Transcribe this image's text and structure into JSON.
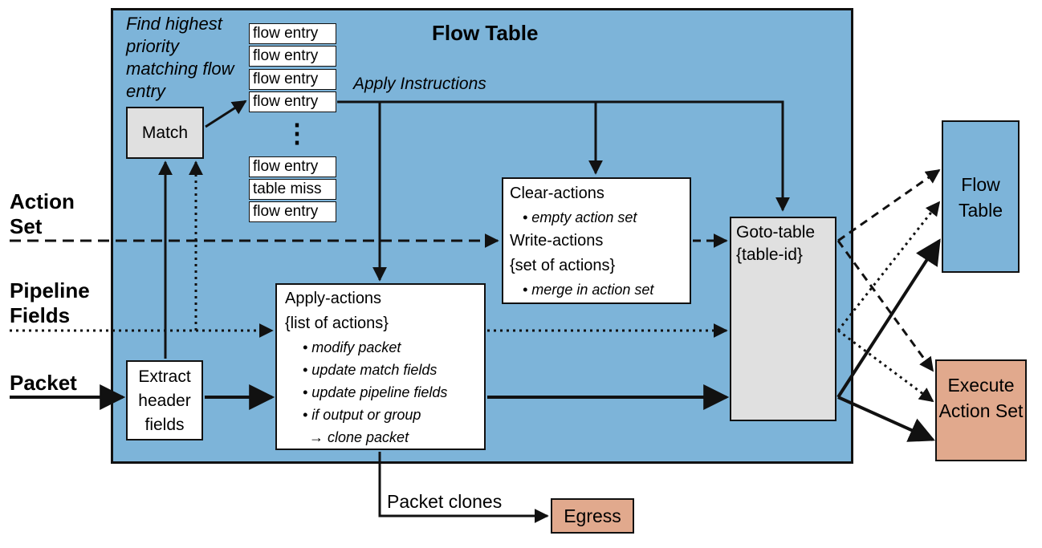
{
  "flow_table": {
    "title": "Flow Table",
    "find_label": "Find highest priority matching flow entry",
    "apply_instructions": "Apply Instructions",
    "match": "Match",
    "entries_top": [
      "flow entry",
      "flow entry",
      "flow entry",
      "flow entry"
    ],
    "ellipsis": "⋮",
    "entries_bottom": [
      "flow entry",
      "table miss",
      "flow entry"
    ],
    "extract": "Extract header fields",
    "apply_actions": {
      "title": "Apply-actions",
      "subtitle": "{list of actions}",
      "bullets": [
        "• modify packet",
        "• update match fields",
        "• update pipeline fields",
        "• if output or group",
        "→ clone packet"
      ]
    },
    "clear_actions": {
      "title": "Clear-actions",
      "bullet1": "• empty action set",
      "write": "Write-actions",
      "set": "{set of actions}",
      "bullet2": "• merge in action set"
    },
    "goto": {
      "title": "Goto-table",
      "id": "{table-id}"
    }
  },
  "inputs": {
    "action_set": "Action Set",
    "pipeline_fields": "Pipeline Fields",
    "packet": "Packet"
  },
  "outputs": {
    "flow_table": "Flow Table",
    "execute": "Execute Action Set",
    "egress": "Egress",
    "packet_clones": "Packet clones"
  },
  "colors": {
    "table_blue": "#7db4d9",
    "box_grey": "#e0e0e0",
    "output_orange": "#e1a98d"
  }
}
